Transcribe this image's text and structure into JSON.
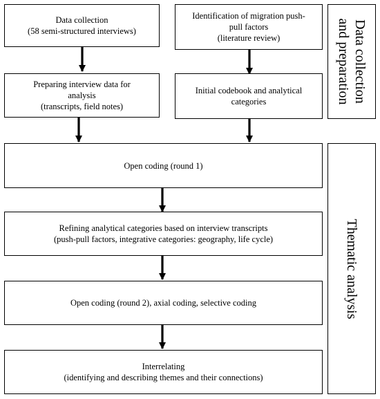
{
  "boxes": {
    "data_collection": {
      "line1": "Data collection",
      "line2": "(58 semi-structured interviews)"
    },
    "identification": {
      "line1": "Identification of migration push-",
      "line2": "pull factors",
      "line3": "(literature review)"
    },
    "preparing": {
      "line1": "Preparing interview data for",
      "line2": "analysis",
      "line3": "(transcripts, field notes)"
    },
    "codebook": {
      "line1": "Initial codebook and analytical",
      "line2": "categories"
    },
    "open_coding_1": {
      "line1": "Open coding (round 1)"
    },
    "refining": {
      "line1": "Refining analytical categories based on interview transcripts",
      "line2": "(push-pull factors, integrative categories: geography, life cycle)"
    },
    "open_coding_2": {
      "line1": "Open coding (round 2), axial coding, selective coding"
    },
    "interrelating": {
      "line1": "Interrelating",
      "line2": "(identifying and describing themes and their connections)"
    }
  },
  "side_labels": {
    "data_collection_prep": {
      "line1": "Data collection",
      "line2": "and preparation"
    },
    "thematic_analysis": {
      "line1": "Thematic analysis"
    }
  },
  "colors": {
    "stroke": "#000000",
    "background": "#ffffff"
  }
}
